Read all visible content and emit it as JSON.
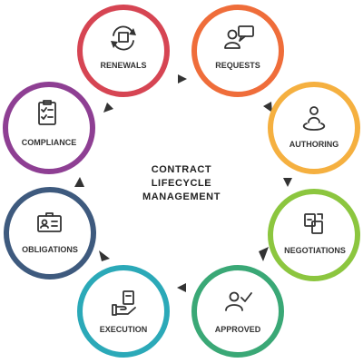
{
  "title": {
    "lines": [
      "CONTRACT",
      "LIFECYCLE",
      "MANAGEMENT"
    ]
  },
  "stages": [
    {
      "id": "renewals",
      "label": "RENEWALS",
      "icon": "refresh-icon",
      "color": "#d64553"
    },
    {
      "id": "requests",
      "label": "REQUESTS",
      "icon": "person-request-icon",
      "color": "#ef6d3a"
    },
    {
      "id": "authoring",
      "label": "AUTHORING",
      "icon": "person-pin-icon",
      "color": "#f5b040"
    },
    {
      "id": "negotiations",
      "label": "NEGOTIATIONS",
      "icon": "document-exchange-icon",
      "color": "#8cc63f"
    },
    {
      "id": "approved",
      "label": "APPROVED",
      "icon": "person-check-icon",
      "color": "#3aa876"
    },
    {
      "id": "execution",
      "label": "EXECUTION",
      "icon": "hand-document-icon",
      "color": "#2ba9b8"
    },
    {
      "id": "obligations",
      "label": "OBLIGATIONS",
      "icon": "id-card-icon",
      "color": "#3e5a7e"
    },
    {
      "id": "compliance",
      "label": "COMPLIANCE",
      "icon": "checklist-icon",
      "color": "#8e3f93"
    }
  ]
}
